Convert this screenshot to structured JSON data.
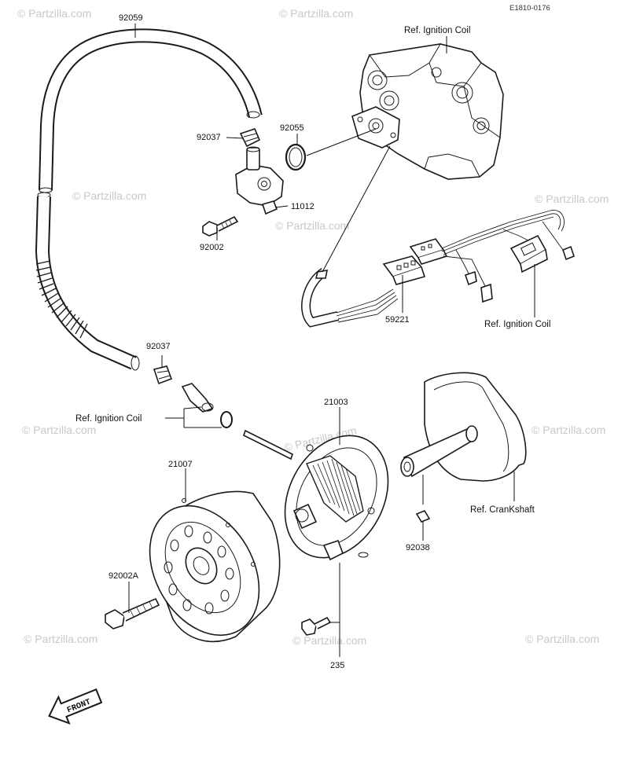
{
  "diagram_code": "E1810-0176",
  "watermark": "© Partzilla.com",
  "parts": {
    "p92059": "92059",
    "p92037_top": "92037",
    "p92055": "92055",
    "p11012": "11012",
    "p92002": "92002",
    "p59221": "59221",
    "p92037_mid": "92037",
    "p21003": "21003",
    "p21007": "21007",
    "p92002A": "92002A",
    "p92038": "92038",
    "p235": "235"
  },
  "refs": {
    "ignition_coil_top": "Ref. Ignition Coil",
    "ignition_coil_right": "Ref. Ignition Coil",
    "ignition_coil_left": "Ref. Ignition Coil",
    "crankshaft": "Ref. CranKshaft"
  },
  "front_label": "FRONT"
}
